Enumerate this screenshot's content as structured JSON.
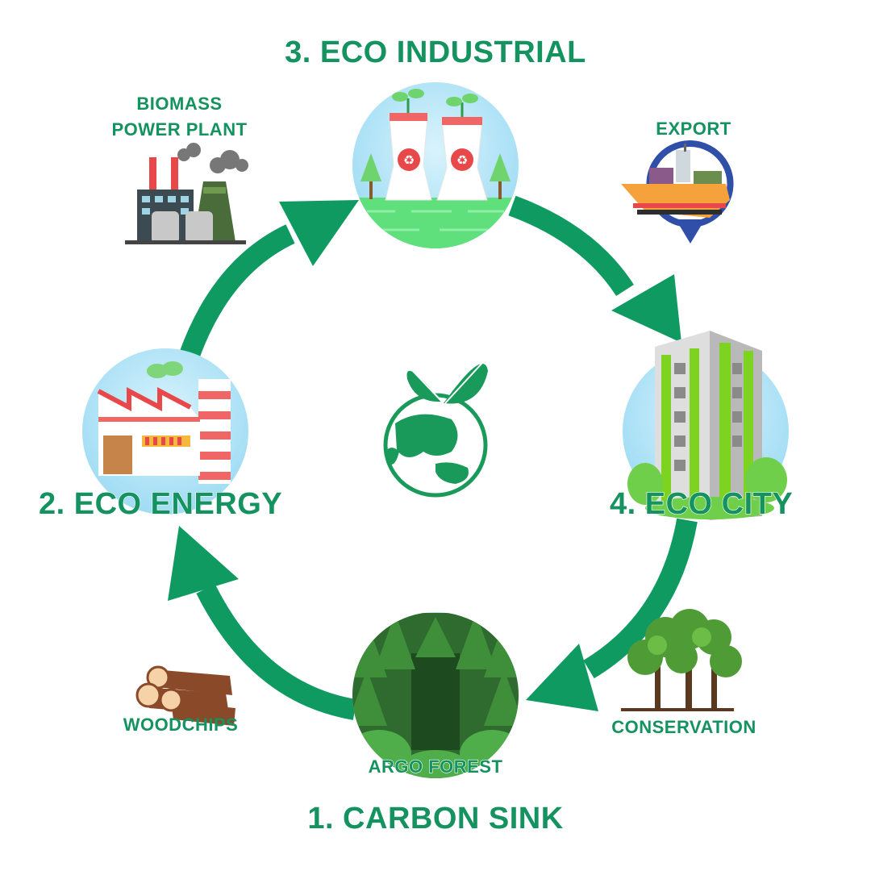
{
  "colors": {
    "accent": "#14925f",
    "arrow": "#0f9a62",
    "sky": "#b7e6f7",
    "grass": "#5fe07c"
  },
  "stages": {
    "industrial": {
      "label": "3. ECO INDUSTRIAL"
    },
    "energy": {
      "label": "2. ECO ENERGY"
    },
    "city": {
      "label": "4. ECO CITY"
    },
    "carbon": {
      "label": "1. CARBON SINK"
    }
  },
  "labels": {
    "biomass_line1": "BIOMASS",
    "biomass_line2": "POWER PLANT",
    "export": "EXPORT",
    "woodchips": "WOODCHIPS",
    "conservation": "CONSERVATION",
    "forest": "ARGO FOREST"
  },
  "icons": [
    "eco-industrial-icon",
    "eco-energy-icon",
    "eco-city-icon",
    "argo-forest-icon",
    "biomass-plant-icon",
    "cargo-ship-icon",
    "woodchips-icon",
    "conservation-trees-icon",
    "globe-leaves-icon"
  ]
}
